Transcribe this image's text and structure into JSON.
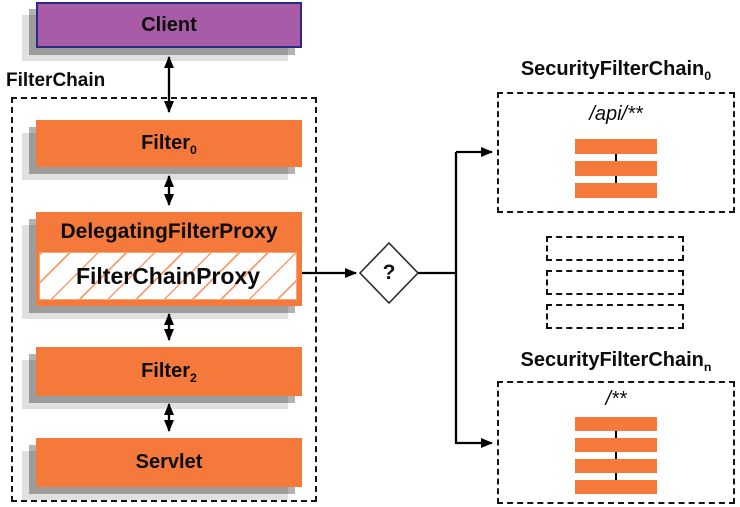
{
  "colors": {
    "orange": "#f4793b",
    "purple": "#a85ca8",
    "purple_border": "#2a2a85",
    "line": "#000000"
  },
  "client": {
    "label": "Client"
  },
  "filter_chain": {
    "title": "FilterChain",
    "filter0": {
      "base": "Filter",
      "sub": "0"
    },
    "delegating_filter_proxy": "DelegatingFilterProxy",
    "filter_chain_proxy": "FilterChainProxy",
    "filter2": {
      "base": "Filter",
      "sub": "2"
    },
    "servlet": "Servlet"
  },
  "decision": {
    "label": "?"
  },
  "security_filter_chain_0": {
    "title_base": "SecurityFilterChain",
    "title_sub": "0",
    "pattern": "/api/**",
    "filter_count": 3
  },
  "security_filter_chain_n": {
    "title_base": "SecurityFilterChain",
    "title_sub": "n",
    "pattern": "/**",
    "filter_count": 4
  },
  "ellipsis": {
    "count": 3
  }
}
